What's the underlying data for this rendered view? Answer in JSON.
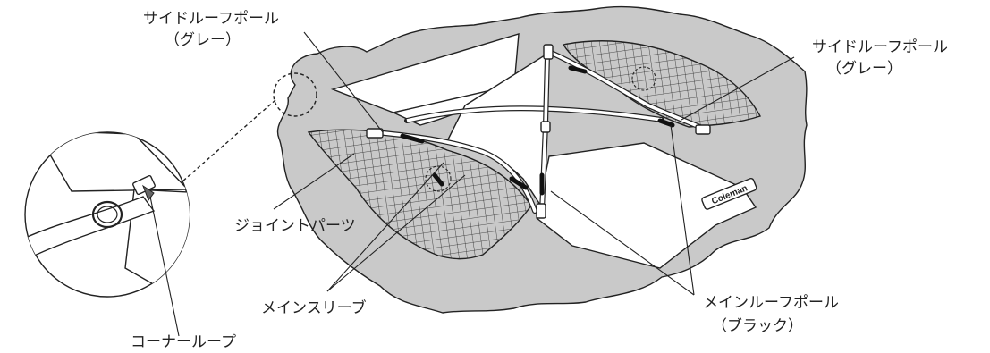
{
  "labels": {
    "side_roof_pole_left": "サイドルーフポール",
    "side_roof_pole_left_color": "（グレー）",
    "side_roof_pole_right": "サイドルーフポール",
    "side_roof_pole_right_color": "（グレー）",
    "joint_parts": "ジョイントパーツ",
    "main_sleeve": "メインスリーブ",
    "main_roof_pole": "メインルーフポール",
    "main_roof_pole_color": "（ブラック）",
    "corner_loop": "コーナーループ",
    "brand": "Coleman"
  },
  "colors": {
    "ground": "#c9c9c9",
    "fabric": "#ffffff",
    "ink": "#222222",
    "pole_black": "#111111",
    "mesh": "#cfcfcf"
  }
}
